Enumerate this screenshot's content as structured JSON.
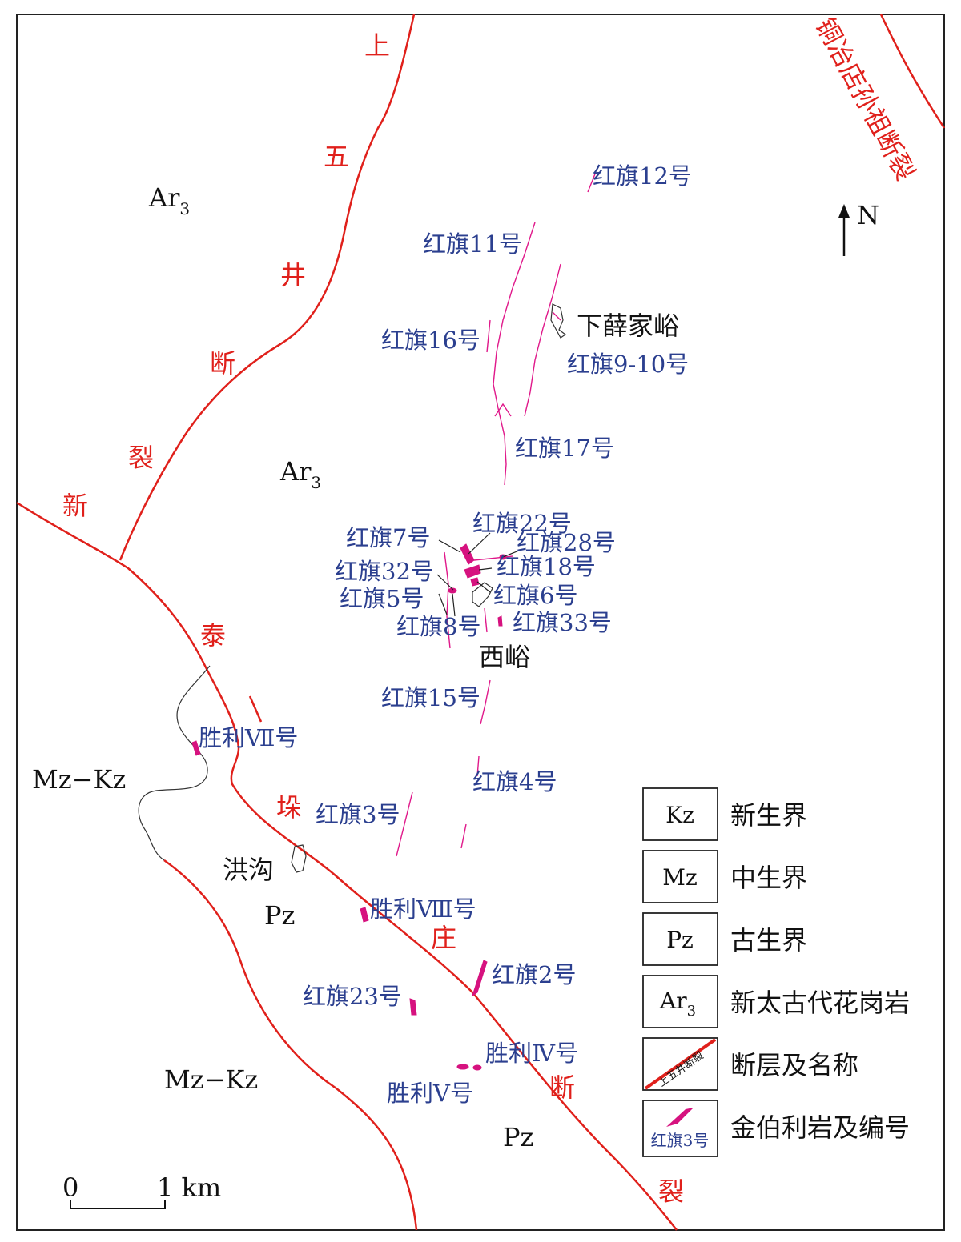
{
  "faults": {
    "shangwujing": [
      "上",
      "五",
      "井",
      "断",
      "裂"
    ],
    "xintai": [
      "新",
      "泰",
      "垛",
      "庄",
      "断",
      "裂"
    ],
    "tongyedian": "铜冶店孙祖断裂"
  },
  "units": {
    "ar3_sup": "Ar",
    "ar3_sub": "3",
    "mzkz": "Mz−Kz",
    "pz": "Pz"
  },
  "places": {
    "xiaxuejiayu": "下薛家峪",
    "xiyu": "西峪",
    "honggou": "洪沟"
  },
  "pipes": {
    "hq12": "红旗12号",
    "hq11": "红旗11号",
    "hq16": "红旗16号",
    "hq9_10": "红旗9-10号",
    "hq17": "红旗17号",
    "hq22": "红旗22号",
    "hq7": "红旗7号",
    "hq28": "红旗28号",
    "hq32": "红旗32号",
    "hq18": "红旗18号",
    "hq5": "红旗5号",
    "hq6": "红旗6号",
    "hq8": "红旗8号",
    "hq33": "红旗33号",
    "hq15": "红旗15号",
    "sl7": "胜利Ⅶ号",
    "hq4": "红旗4号",
    "hq3": "红旗3号",
    "sl8": "胜利Ⅷ号",
    "hq2": "红旗2号",
    "hq23": "红旗23号",
    "sl4": "胜利Ⅳ号",
    "sl5": "胜利Ⅴ号"
  },
  "north": "N",
  "scale": {
    "zero": "0",
    "one": "1 km"
  },
  "legend": {
    "kz_code": "Kz",
    "kz_text": "新生界",
    "mz_code": "Mz",
    "mz_text": "中生界",
    "pz_code": "Pz",
    "pz_text": "古生界",
    "ar3_code": "Ar",
    "ar3_sub": "3",
    "ar3_text": "新太古代花岗岩",
    "fault_sample": "上五井断裂",
    "fault_text": "断层及名称",
    "pipe_sample": "红旗3号",
    "pipe_text": "金伯利岩及编号"
  },
  "colors": {
    "fault": "#e0201b",
    "kimberlite": "#d6127f",
    "label_blue": "#2b3f8f"
  }
}
